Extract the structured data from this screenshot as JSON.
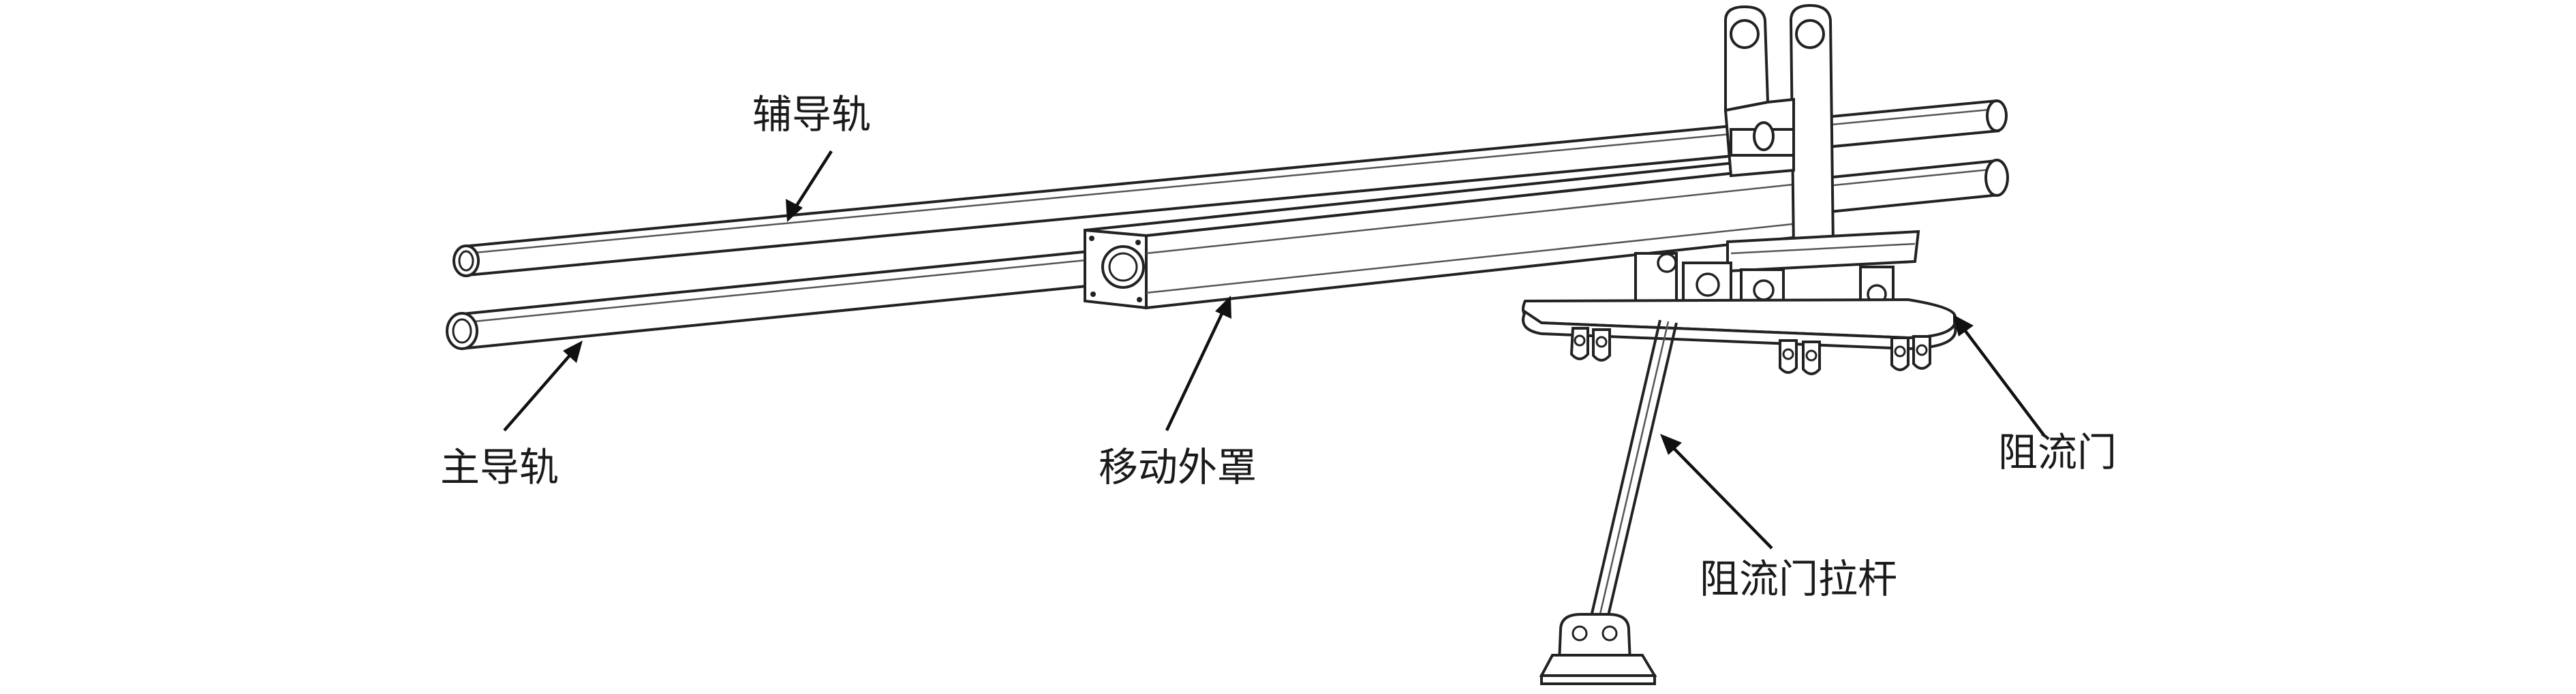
{
  "labels": {
    "aux_rail": "辅导轨",
    "main_rail": "主导轨",
    "moving_cover": "移动外罩",
    "choke_door": "阻流门",
    "choke_door_rod": "阻流门拉杆"
  }
}
